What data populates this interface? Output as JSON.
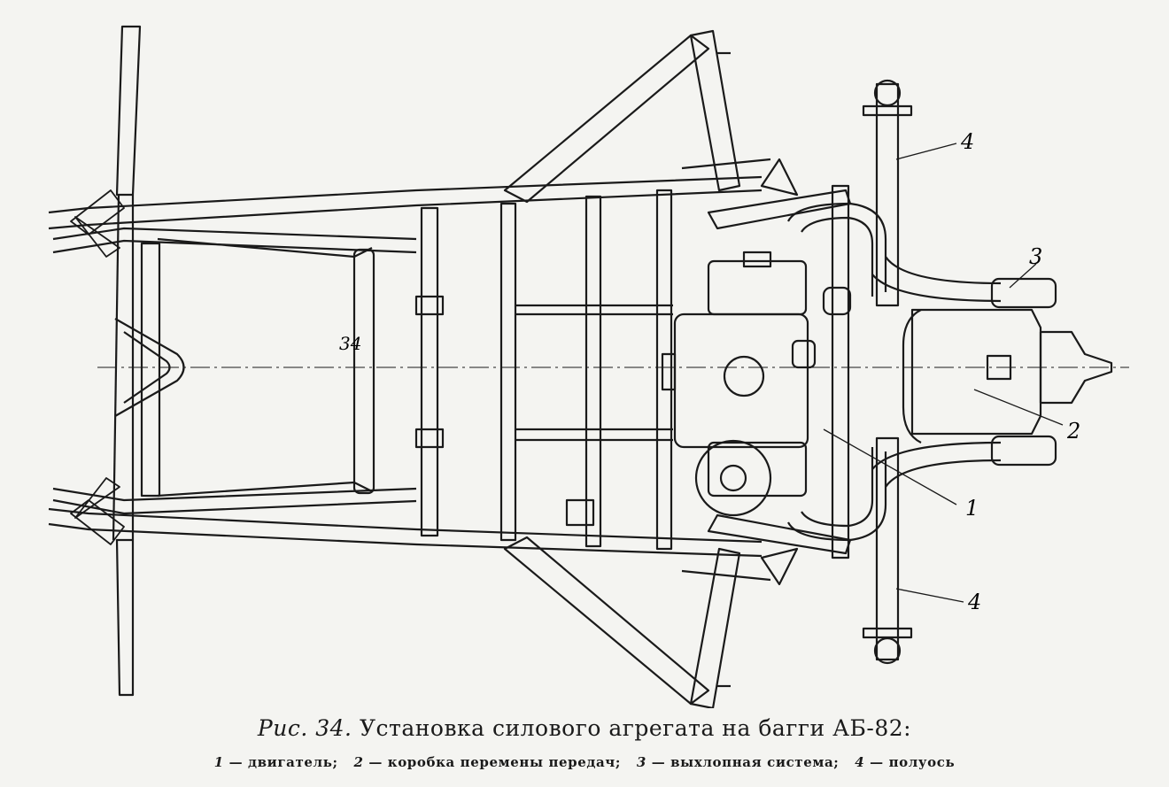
{
  "figure": {
    "number_label": "Рис. 34.",
    "title": "Установка силового агрегата на багги АБ-82:",
    "legend": [
      {
        "num": "1",
        "text": "двигатель;"
      },
      {
        "num": "2",
        "text": "коробка перемены передач;"
      },
      {
        "num": "3",
        "text": "выхлопная система;"
      },
      {
        "num": "4",
        "text": "полуось"
      }
    ]
  },
  "callouts": {
    "c1": "1",
    "c2": "2",
    "c3": "3",
    "c4_top": "4",
    "c4_bottom": "4",
    "c_center": "34"
  },
  "colors": {
    "ink": "#1a1a1a",
    "paper": "#f4f4f1"
  }
}
